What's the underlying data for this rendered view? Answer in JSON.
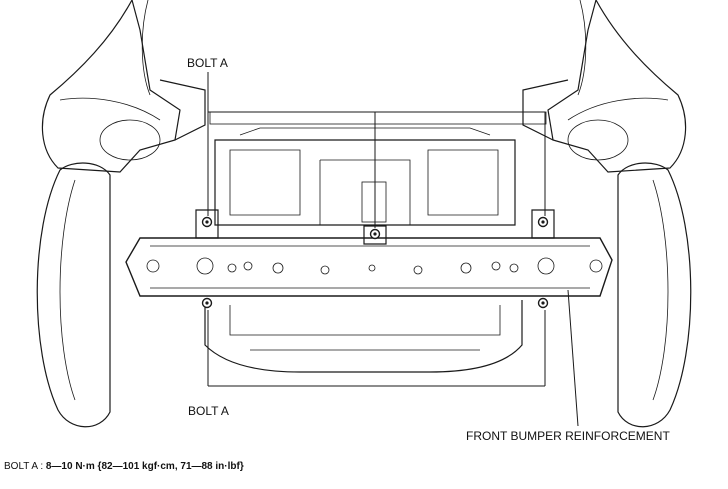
{
  "callouts": {
    "bolt_a_top": "BOLT A",
    "bolt_a_bottom": "BOLT A",
    "front_bumper_reinforcement": "FRONT BUMPER REINFORCEMENT"
  },
  "torque_note": {
    "label": "BOLT A : ",
    "spec": "8—10 N·m {82—101 kgf·cm, 71—88 in·lbf}"
  }
}
